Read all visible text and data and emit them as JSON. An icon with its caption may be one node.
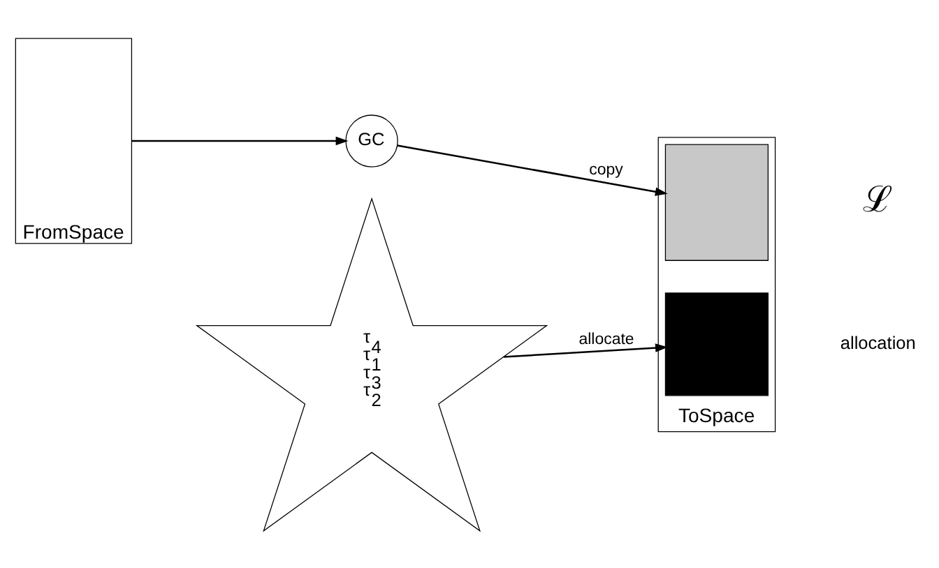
{
  "diagram": {
    "nodes": [
      {
        "text": [
          "FromSpace"
        ]
      },
      {
        "text": [
          "GC"
        ]
      },
      {
        "text": [
          "τ$_{4}$",
          "τ$_{1}$",
          "τ$_{3}$",
          "τ$_{2}$"
        ]
      },
      {
        "text": [
          "ToSpace"
        ]
      },
      {
        "text": [],
        "shape": "box",
        "in": 3
      },
      {
        "text": [],
        "shape": "box",
        "in": 3
      }
    ],
    "edges": [
      {
        "from": 0,
        "to": 1,
        "arrow": "to"
      },
      {
        "from": 1,
        "to": 4,
        "arrow": "to",
        "label": "copy"
      },
      {
        "from": 2,
        "to": 5,
        "arrow": "to",
        "label": "allocate"
      }
    ],
    "labels": [
      "ℒ",
      "allocation"
    ]
  }
}
